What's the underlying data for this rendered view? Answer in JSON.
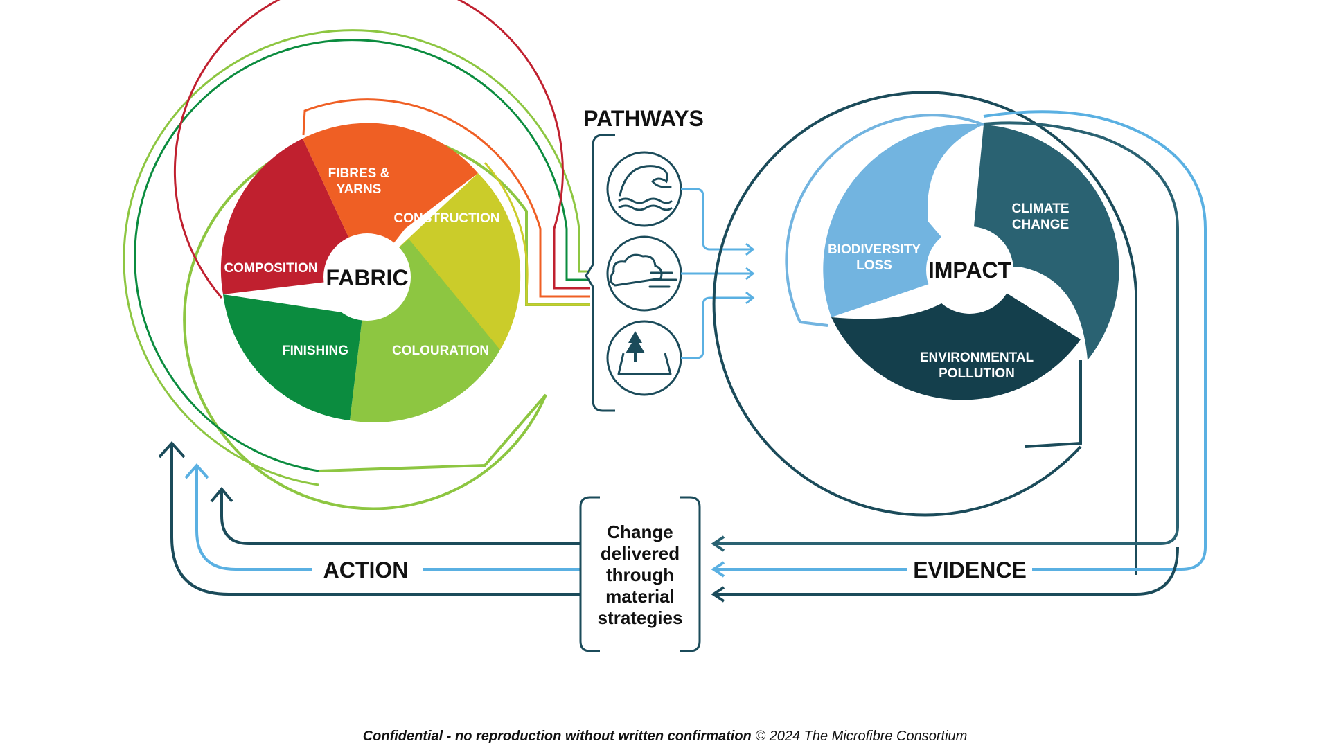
{
  "fabric": {
    "hub": "FABRIC",
    "segments": {
      "fibres_line1": "FIBRES &",
      "fibres_line2": "YARNS",
      "construction": "CONSTRUCTION",
      "composition": "COMPOSITION",
      "finishing": "FINISHING",
      "colouration": "COLOURATION"
    },
    "colors": {
      "composition": "#c0202f",
      "fibres": "#ef5f24",
      "construction": "#cbcc2a",
      "colouration": "#8dc641",
      "finishing": "#0b8c3f"
    }
  },
  "pathways": {
    "title": "PATHWAYS",
    "icons": [
      "wave-icon",
      "cloud-wind-icon",
      "tree-land-icon"
    ]
  },
  "impact": {
    "hub": "IMPACT",
    "segments": {
      "climate_line1": "CLIMATE",
      "climate_line2": "CHANGE",
      "biodiversity_line1": "BIODIVERSITY",
      "biodiversity_line2": "LOSS",
      "pollution_line1": "ENVIRONMENTAL",
      "pollution_line2": "POLLUTION"
    },
    "colors": {
      "biodiversity": "#72b4e0",
      "climate": "#2a6272",
      "pollution": "#143f4c"
    }
  },
  "action": {
    "label": "ACTION"
  },
  "evidence": {
    "label": "EVIDENCE"
  },
  "change_box": {
    "line1": "Change",
    "line2": "delivered",
    "line3": "through",
    "line4": "material",
    "line5": "strategies"
  },
  "footer": {
    "bold": "Confidential - no reproduction without written confirmation",
    "normal": " © 2024 The Microfibre Consortium"
  },
  "line_colors": {
    "dark_teal": "#1b4b5a",
    "light_blue": "#5ab0e2",
    "light_green": "#8dc641",
    "green": "#0b8c3f"
  }
}
